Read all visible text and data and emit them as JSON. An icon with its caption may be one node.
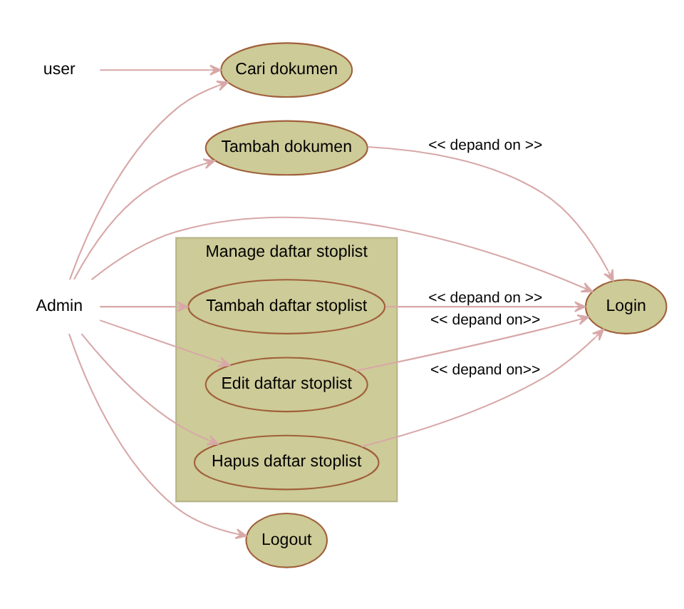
{
  "diagram": {
    "nodes": [
      {
        "text": [
          "user"
        ]
      },
      {
        "text": [
          "Cari dokumen"
        ]
      },
      {
        "text": [
          "Tambah dokumen"
        ]
      },
      {
        "text": [
          "Login"
        ]
      },
      {
        "text": [
          "Admin"
        ]
      },
      {
        "text": [
          "Manage daftar stoplist"
        ]
      },
      {
        "text": [
          "Tambah daftar stoplist"
        ],
        "in": 5
      },
      {
        "text": [
          "Edit daftar stoplist"
        ],
        "in": 5
      },
      {
        "text": [
          "Hapus daftar stoplist"
        ],
        "in": 5
      },
      {
        "text": [
          "Logout"
        ]
      }
    ],
    "edges": [
      {
        "from": 0,
        "to": 1,
        "arrow": "to"
      },
      {
        "from": 4,
        "to": 1,
        "arrow": "to"
      },
      {
        "from": 4,
        "to": 2,
        "arrow": "to"
      },
      {
        "from": 4,
        "to": 3,
        "arrow": "to"
      },
      {
        "from": 4,
        "to": 6,
        "arrow": "to"
      },
      {
        "from": 4,
        "to": 7,
        "arrow": "to"
      },
      {
        "from": 4,
        "to": 8,
        "arrow": "to"
      },
      {
        "from": 4,
        "to": 9,
        "arrow": "to"
      },
      {
        "from": 2,
        "to": 3,
        "arrow": "to",
        "label": "<< depand on >>"
      },
      {
        "from": 6,
        "to": 3,
        "arrow": "to",
        "label": "<< depand on >>"
      },
      {
        "from": 7,
        "to": 3,
        "arrow": "to",
        "label": "<< depand on>>"
      },
      {
        "from": 8,
        "to": 3,
        "arrow": "to",
        "label": "<< depand on>>"
      }
    ]
  }
}
